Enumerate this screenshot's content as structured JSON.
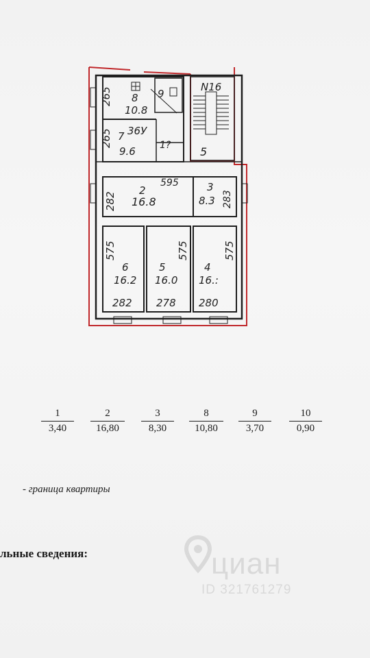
{
  "plan": {
    "flat_number": "N16",
    "stair_label": "5",
    "rooms": [
      {
        "num": "8",
        "area": "10.8"
      },
      {
        "num": "9",
        "area": ""
      },
      {
        "num": "7",
        "area": "9.6"
      },
      {
        "num": "2",
        "area": "16.8"
      },
      {
        "num": "3",
        "area": "8.3"
      },
      {
        "num": "6",
        "area": "16.2"
      },
      {
        "num": "5",
        "area": "16.0"
      },
      {
        "num": "4",
        "area": "16.:"
      }
    ],
    "dimensions": [
      "265",
      "265",
      "36У",
      "1?",
      "595",
      "282",
      "283",
      "575",
      "575",
      "575",
      "282",
      "278",
      "280"
    ]
  },
  "areas": [
    {
      "room": "1",
      "area": "3,40"
    },
    {
      "room": "2",
      "area": "16,80"
    },
    {
      "room": "3",
      "area": "8,30"
    },
    {
      "room": "8",
      "area": "10,80"
    },
    {
      "room": "9",
      "area": "3,70"
    },
    {
      "room": "10",
      "area": "0,90"
    }
  ],
  "legend": "- граница квартиры",
  "section_heading": "льные сведения:",
  "watermark": {
    "brand": "циан",
    "id": "ID 321761279"
  },
  "colors": {
    "border": "#c0282b",
    "ink": "#1e1e1e"
  }
}
